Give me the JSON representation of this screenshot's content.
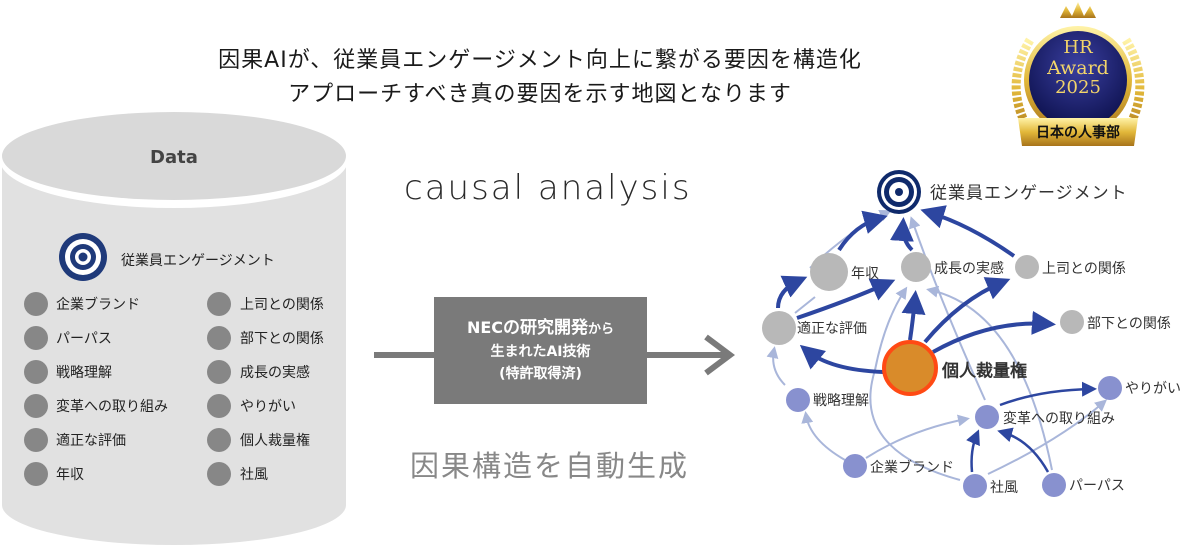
{
  "headline": {
    "line1": "因果AIが、従業員エンゲージメント向上に繋がる要因を構造化",
    "line2": "アプローチすべき真の要因を示す地図となります"
  },
  "badge": {
    "line1": "HR",
    "line2": "Award",
    "line3": "2025",
    "ribbon": "日本の人事部"
  },
  "data_store": {
    "title": "Data",
    "target_label": "従業員エンゲージメント",
    "left_items": [
      "企業ブランド",
      "パーパス",
      "戦略理解",
      "変革への取り組み",
      "適正な評価",
      "年収"
    ],
    "right_items": [
      "上司との関係",
      "部下との関係",
      "成長の実感",
      "やりがい",
      "個人裁量権",
      "社風"
    ]
  },
  "process": {
    "title": "causal analysis",
    "box_line1_a": "NEC",
    "box_line1_b": "の研究開発",
    "box_line1_c": "から",
    "box_line2": "生まれたAI技術",
    "box_line3": "(特許取得済)",
    "caption": "因果構造を自動生成"
  },
  "graph": {
    "target": "従業員エンゲージメント",
    "nodes": {
      "nenshu": "年収",
      "seicho": "成長の実感",
      "joshi": "上司との関係",
      "hyoka": "適正な評価",
      "buka": "部下との関係",
      "kojin": "個人裁量権",
      "senryaku": "戦略理解",
      "yarigai": "やりがい",
      "henkaku": "変革への取り組み",
      "brand": "企業ブランド",
      "shafu": "社風",
      "purpose": "パーパス"
    }
  },
  "colors": {
    "dark_edge": "#2d46a0",
    "light_edge": "#a9b6da",
    "node_gray": "#b8b8b8",
    "node_blue": "#8891cf",
    "focus_fill": "#d98b2a",
    "focus_ring": "#ff4a14",
    "target": "#0f2a6b"
  }
}
